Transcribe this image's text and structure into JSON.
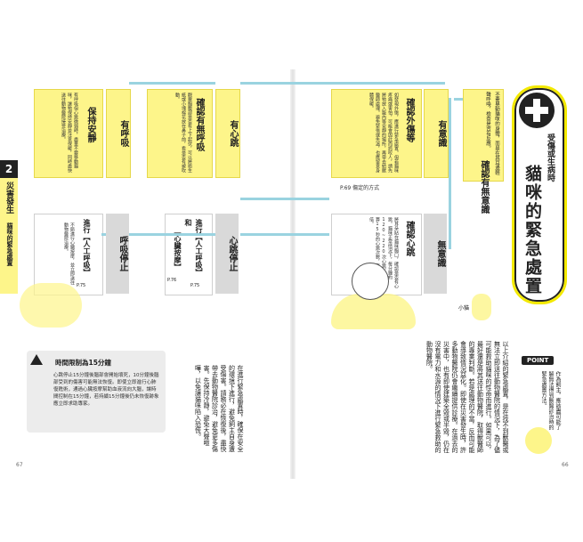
{
  "page_left_number": "67",
  "page_right_number": "66",
  "chapter": {
    "number": "2",
    "title": "災害發生",
    "subtitle": "貓咪的緊急處置"
  },
  "title": {
    "main": "貓咪的緊急處置",
    "sub": "受傷或生病時"
  },
  "flow": {
    "check_conscious": "確認有無意識",
    "conscious_note": "不要晃動貓咪的身體，而是在其耳邊輕聲呼喚，檢查是否有反應。",
    "conscious_yes": "有意識",
    "conscious_no": "無意識",
    "check_trauma": "確認外傷等",
    "trauma_note": "如發現外傷，應進行緊急處置。但若貓咪疼痛或害怕，可能會因此而抓咬人，請先將牠放入籠內等安靜的場所，再帶去給獸醫師處理。避免緊張或失溫，也應留意身體保暖。",
    "ref_page": "P.69 傷定的方式",
    "check_heart": "確認心跳",
    "heart_note": "將耳朵貼在貓咪胸口，確認是否有心跳。貓咪正常情況下，每分鐘約120~220次心跳。可以先計算15秒的心跳次數，再乘以4倍。",
    "heart_yes": "有心跳",
    "heart_no": "心跳停止",
    "check_breath": "確認有無呼吸",
    "breath_note": "觀察胸腹部是否有上下起伏，可以將衛生紙或小塊棉花放在鼻子前，看是否有被吹動。",
    "breath_yes": "有呼吸",
    "breath_no": "呼吸停止",
    "keep_calm": "保持安靜",
    "keep_calm_note": "有呼吸但心跳微弱時，盡量不要移動貓咪，讓牠保持安靜並注意保暖，同時盡快送往動物醫院接受治療。",
    "cpr_title": "進行【人工呼吸】",
    "cpr_page": "P.75",
    "cpr_note": "不斷進行心臟按摩，並立即送往動物醫院治療。",
    "heart_massage_and": "和",
    "heart_massage": "【心臟按摩】",
    "heart_massage_page": "P.76",
    "cpr_title2": "進行【人工呼吸】",
    "cpr_page2": "P.75"
  },
  "time_limit": {
    "title": "時間限制為15分鐘",
    "text": "心跳停止15分鐘後腦部會開始壞死，10分鐘後腦部受到的傷害可能無法恢復。即使立即進行心肺復甦術，通過心臟按摩幫助血液流向大腦，讓時間控制在15分鐘，若持續15分鐘後仍未恢復跡象應立即求助專家。"
  },
  "middle_column": "在進行緊急處置時，確保在安全的環境下進行，避免飼主自身遭受傷害。請務必在恢復後，盡快帶去動物醫院診治，避免更多傷害。先保持冷靜，避免大聲喧嘩，以免讓貓咪陷入恐慌。",
  "right_column": "以上介紹的緊急處置，是在找不到獸醫或無法立即送往動物醫院的情況下，為了儘可能救助貓咪的性命而進行。如果可以，最好還是將其送往動物醫院，取得獸醫師的專業判斷。若是處理的不當，反而可能會導致情況惡化。即使在災害發生時，許多動物醫院仍會繼續提供診療。在過去的災害中，也有即使建築全毀或半毀，仍在沒有電力和水源的情況下進行緊急救助的動物醫院。",
  "point": {
    "label": "POINT",
    "text": "作為飼主，應該盡可能了解無法得到獸醫診治時的緊急處置方法。"
  },
  "cat_sound": "小貓"
}
